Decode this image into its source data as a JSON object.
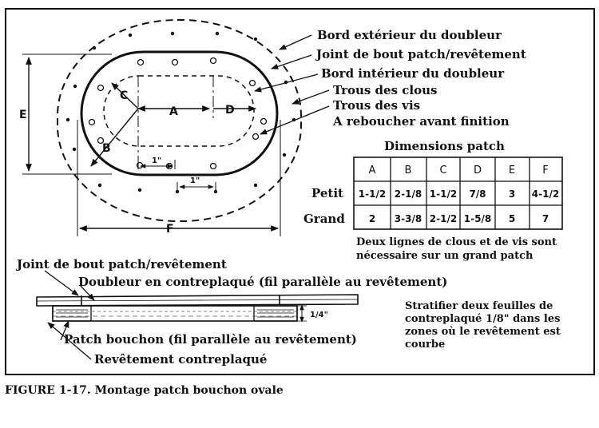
{
  "labels": {
    "outer_edge": "Bord extérieur du doubleur",
    "butt_joint": "Joint de bout patch/revêtement",
    "inner_edge": "Bord intérieur du doubleur",
    "nail_holes": "Trous des clous",
    "screw_holes": "Trous des vis",
    "fill_before": "A reboucher avant finition"
  },
  "dims": {
    "a": "A",
    "b": "B",
    "c": "C",
    "d": "D",
    "e": "E",
    "f": "F",
    "one_inch": "1\""
  },
  "table": {
    "title": "Dimensions patch",
    "columns": [
      "A",
      "B",
      "C",
      "D",
      "E",
      "F"
    ],
    "rows": [
      {
        "label": "Petit",
        "values": [
          "1-1/2",
          "2-1/8",
          "1-1/2",
          "7/8",
          "3",
          "4-1/2"
        ]
      },
      {
        "label": "Grand",
        "values": [
          "2",
          "3-3/8",
          "2-1/2",
          "1-5/8",
          "5",
          "7"
        ]
      }
    ],
    "note_line1": "Deux lignes de clous et de vis sont",
    "note_line2": "nécessaire sur un grand patch"
  },
  "section": {
    "butt_joint": "Joint de bout patch/revêtement",
    "doubler": "Doubleur en contreplaqué (fil parallèle au revêtement)",
    "plug_patch": "Patch bouchon (fil parallèle au revêtement)",
    "skin": "Revêtement contreplaqué",
    "thickness": "1/4\""
  },
  "note": {
    "line1": "Stratifier deux feuilles de",
    "line2": "contreplaqué 1/8\" dans les",
    "line3": "zones où le revêtement est",
    "line4": "courbe"
  },
  "caption": "FIGURE 1-17.  Montage patch bouchon ovale"
}
